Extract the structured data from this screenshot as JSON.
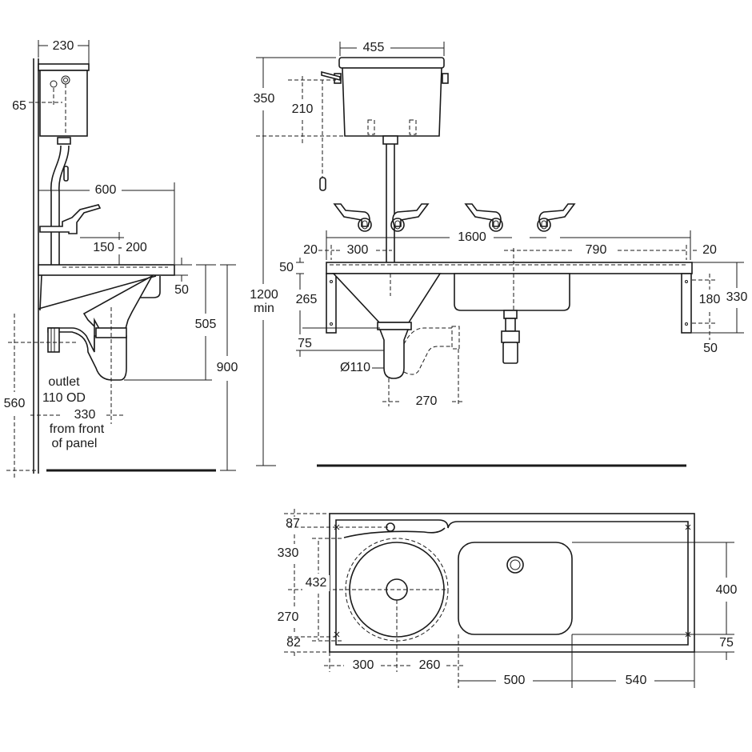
{
  "side_view": {
    "cistern_width": "230",
    "pull_offset": "65",
    "projection": "600",
    "tap_height": "150 - 200",
    "worktop_thickness": "50",
    "trap_depth": "505",
    "worktop_height": "900",
    "outlet_height": "560",
    "outlet_note_1": "outlet",
    "outlet_note_2": "110 OD",
    "outlet_offset": "330",
    "outlet_note_3": "from front",
    "outlet_note_4": "of panel"
  },
  "front_view": {
    "cistern_width": "455",
    "cistern_height": "350",
    "chain_offset": "210",
    "overall_height_1": "1200",
    "overall_height_2": "min",
    "overall_width": "1600",
    "left_edge": "20",
    "hopper_offset": "300",
    "sink_offset": "790",
    "right_edge": "20",
    "top_thickness": "50",
    "hopper_depth": "265",
    "spigot_height": "75",
    "outlet_diameter": "Ø110",
    "trap_offset": "270",
    "bracket_fixings": "180",
    "bracket_height": "330",
    "bracket_bottom": "50"
  },
  "plan_view": {
    "back_to_hole": "87",
    "back_to_centre": "330",
    "bowl_diameter": "432",
    "front_to_centre": "270",
    "front_rim": "82",
    "left_to_centre": "300",
    "centre_to_sink": "260",
    "sink_width": "500",
    "sink_to_end": "540",
    "sink_depth": "400",
    "sink_front": "75"
  }
}
